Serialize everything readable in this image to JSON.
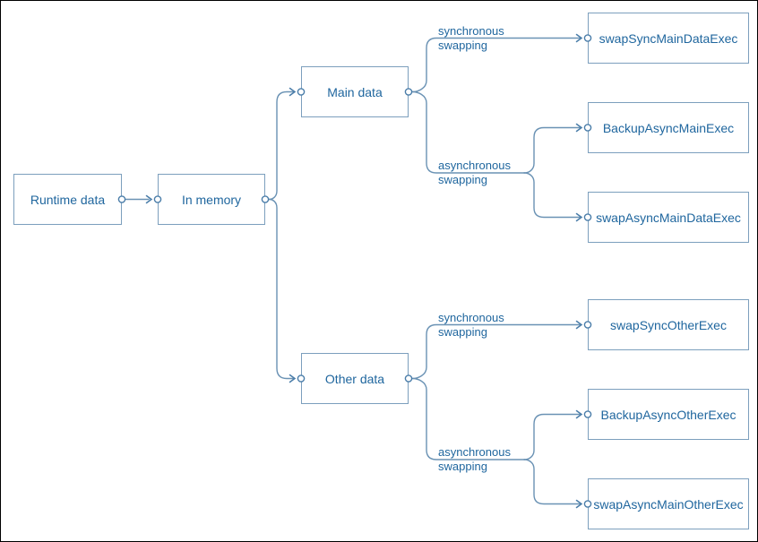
{
  "diagram": {
    "nodes": [
      {
        "id": "runtime-data",
        "label": "Runtime data"
      },
      {
        "id": "in-memory",
        "label": "In memory"
      },
      {
        "id": "main-data",
        "label": "Main data"
      },
      {
        "id": "other-data",
        "label": "Other data"
      },
      {
        "id": "swap-sync-main-data-exec",
        "label": "swapSyncMainDataExec"
      },
      {
        "id": "backup-async-main-exec",
        "label": "BackupAsyncMainExec"
      },
      {
        "id": "swap-async-main-data-exec",
        "label": "swapAsyncMainDataExec"
      },
      {
        "id": "swap-sync-other-exec",
        "label": "swapSyncOtherExec"
      },
      {
        "id": "backup-async-other-exec",
        "label": "BackupAsyncOtherExec"
      },
      {
        "id": "swap-async-main-other-exec",
        "label": "swapAsyncMainOtherExec"
      }
    ],
    "edge_labels": [
      {
        "id": "sync-main",
        "line1": "synchronous",
        "line2": "swapping"
      },
      {
        "id": "async-main",
        "line1": "asynchronous",
        "line2": "swapping"
      },
      {
        "id": "sync-other",
        "line1": "synchronous",
        "line2": "swapping"
      },
      {
        "id": "async-other",
        "line1": "asynchronous",
        "line2": "swapping"
      }
    ],
    "colors": {
      "background": "#ffffff",
      "frame": "#000000",
      "line": "#6a92b4",
      "box_border": "#7c9fbd",
      "dot": "#4a7da9",
      "text": "#1f669e"
    }
  }
}
